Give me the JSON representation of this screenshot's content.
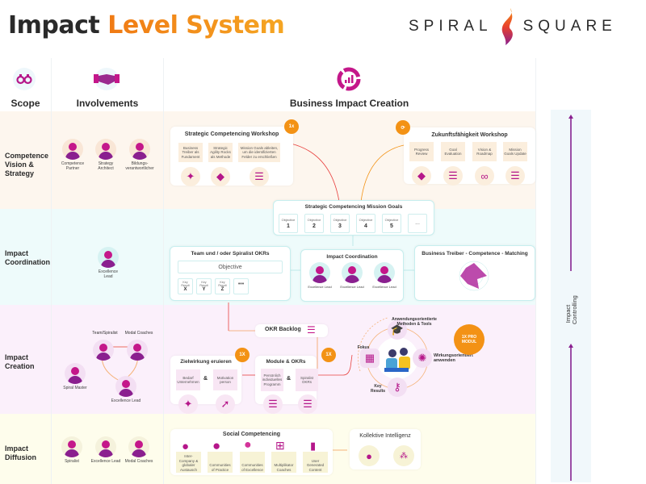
{
  "header": {
    "title_part1": "Impact",
    "title_part2": "Level System",
    "logo_left": "SPIRAL",
    "logo_right": "SQUARE"
  },
  "columns": {
    "scope": {
      "label": "Scope",
      "icon": "binoculars-icon"
    },
    "involvements": {
      "label": "Involvements",
      "icon": "handshake-icon"
    },
    "business": {
      "label": "Business Impact Creation",
      "icon": "chart-circle-icon"
    }
  },
  "rows": [
    {
      "label": "Competence Vision & Strategy",
      "color": "#fdf6ee"
    },
    {
      "label": "Impact Coordination",
      "color": "#eefbfb"
    },
    {
      "label": "Impact Creation",
      "color": "#fbf0fb"
    },
    {
      "label": "Impact Diffusion",
      "color": "#fefdec"
    }
  ],
  "involvements": {
    "vision": [
      {
        "label": "Competence Partner",
        "icon": "gear-person-icon"
      },
      {
        "label": "Strategy Architect",
        "icon": "briefcase-person-icon"
      },
      {
        "label": "Bildungs-verantwortlicher",
        "icon": "graduate-person-icon"
      }
    ],
    "coordination": [
      {
        "label": "Excellence Lead",
        "icon": "growth-person-icon"
      }
    ],
    "creation": {
      "team": "Team/Spiralist",
      "coaches": "Modal Coaches",
      "lead": "Excellence Lead",
      "master": "Spiral Master"
    },
    "diffusion": [
      {
        "label": "Spiralist",
        "icon": "spiralist-icon"
      },
      {
        "label": "Excellence Lead",
        "icon": "growth-person-icon"
      },
      {
        "label": "Modal Coaches",
        "icon": "group-icon"
      }
    ]
  },
  "workshop1": {
    "title": "Strategic Competencing Workshop",
    "badge": "1x",
    "tiles": [
      "Business Treiber als Fundament",
      "Strategic Agility Rocks als Methode",
      "Mission Goals ableiten, um die identifizierten Felder zu erschließen"
    ],
    "icons": [
      "sparkle-icon",
      "radar-icon",
      "list-icon"
    ]
  },
  "workshop2": {
    "title": "Zukunftsfähigkeit Workshop",
    "badge_icon": "refresh-icon",
    "tiles": [
      "Progress Review",
      "Goal Evaluation",
      "Vision & Roadmap",
      "Mission Goals Update"
    ],
    "icons": [
      "radar-icon",
      "checklist-icon",
      "binoculars-icon",
      "list-icon"
    ]
  },
  "mission_goals": {
    "title": "Strategic Competencing Mission Goals",
    "objectives": [
      {
        "label": "Objective",
        "num": "1"
      },
      {
        "label": "Objective",
        "num": "2"
      },
      {
        "label": "Objective",
        "num": "3"
      },
      {
        "label": "Objective",
        "num": "4"
      },
      {
        "label": "Objective",
        "num": "5"
      }
    ],
    "more": "..."
  },
  "okrs": {
    "title": "Team und / oder Spiralist OKRs",
    "objective": "Objective",
    "key_results": [
      {
        "label": "Key Result",
        "letter": "X"
      },
      {
        "label": "Key Result",
        "letter": "Y"
      },
      {
        "label": "Key Result",
        "letter": "Z"
      }
    ],
    "more": "•••"
  },
  "impact_coord": {
    "title": "Impact Coordination",
    "leads": [
      "Excellence Lead",
      "Excellence Lead",
      "Excellence Lead"
    ]
  },
  "matching": {
    "title": "Business Treiber - Competence - Matching"
  },
  "backlog": {
    "label": "OKR Backlog"
  },
  "zielwirkung": {
    "title": "Zielwirkung eruieren",
    "badge": "1X",
    "tiles": [
      "Bedarf Unternehmen",
      "Motivation person"
    ],
    "amp": "&"
  },
  "module": {
    "title": "Module & OKRs",
    "badge": "1X",
    "tiles": [
      "Persönlich individuelles Programm",
      "Spiralist OKRs"
    ],
    "amp": "&"
  },
  "cycle": {
    "top": "Anwendungsorientierte Methoden & Tools",
    "left": "Fokus",
    "right": "Wirkungsorientiert anwenden",
    "bottom": "Key Results",
    "badge": "1X PRO MODUL"
  },
  "social": {
    "title": "Social Competencing",
    "items": [
      {
        "label": "Inter-Company & globaler Austausch",
        "icon": "globe-icon"
      },
      {
        "label": "Communities of Practice",
        "icon": "speech-bubble-icon"
      },
      {
        "label": "Communities of Excellence",
        "icon": "chat-bubbles-icon"
      },
      {
        "label": "Multiplikator Coaches",
        "icon": "hierarchy-icon"
      },
      {
        "label": "User Generated Content",
        "icon": "document-icon"
      }
    ]
  },
  "kollektive": {
    "title": "Kollektive Intelligenz",
    "icons": [
      "brain-icon",
      "network-icon"
    ]
  },
  "controlling": {
    "label": "Impact Controlling"
  },
  "colors": {
    "magenta": "#c4178a",
    "purple": "#8a1f8f",
    "orange": "#f39215"
  }
}
